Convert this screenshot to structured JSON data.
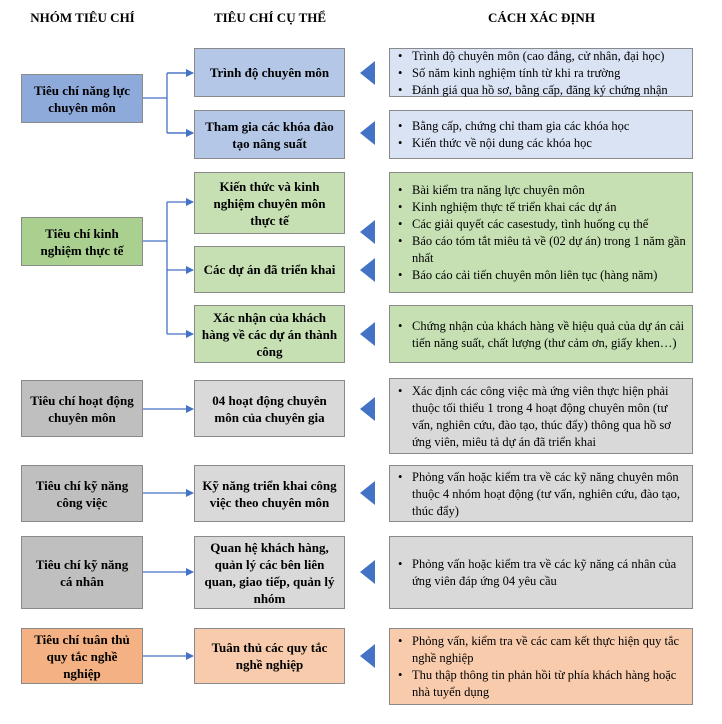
{
  "headers": {
    "group": "NHÓM TIÊU CHÍ",
    "criteria": "TIÊU CHÍ CỤ THỂ",
    "method": "CÁCH XÁC ĐỊNH"
  },
  "groups": [
    {
      "label": "Tiêu chí năng lực chuyên môn",
      "color": "#8eaadb"
    },
    {
      "label": "Tiêu chí kinh nghiệm thực tế",
      "color": "#a9d08e"
    },
    {
      "label": "Tiêu chí hoạt động chuyên môn",
      "color": "#bfbfbf"
    },
    {
      "label": "Tiêu chí kỹ năng công việc",
      "color": "#bfbfbf"
    },
    {
      "label": "Tiêu chí kỹ năng cá nhân",
      "color": "#bfbfbf"
    },
    {
      "label": "Tiêu chí tuân thủ quy tắc nghề nghiệp",
      "color": "#f4b183"
    }
  ],
  "criteria": [
    {
      "label": "Trình độ chuyên môn"
    },
    {
      "label": "Tham gia các khóa đào tạo nâng suất"
    },
    {
      "label": "Kiến thức và kinh nghiệm chuyên môn thực tế"
    },
    {
      "label": "Các dự án đã triển khai"
    },
    {
      "label": "Xác nhận của khách hàng về các dự án thành công"
    },
    {
      "label": "04 hoạt động chuyên môn của chuyên gia"
    },
    {
      "label": "Kỹ năng triển khai công việc theo chuyên môn"
    },
    {
      "label": "Quan hệ khách hàng, quản lý các bên liên quan, giao tiếp, quản lý nhóm"
    },
    {
      "label": "Tuân thủ các quy tắc nghề nghiệp"
    }
  ],
  "methods": [
    {
      "items": [
        "Trình độ chuyên môn (cao đẳng, cử nhân, đại học)",
        "Số năm kinh nghiệm tính từ khi ra trường",
        "Đánh giá qua hồ sơ, bằng cấp, đăng ký chứng nhận"
      ]
    },
    {
      "items": [
        "Bằng cấp, chứng chỉ tham gia các khóa học",
        "Kiến thức về nội dung các khóa học"
      ]
    },
    {
      "items": [
        "Bài kiểm tra năng lực chuyên môn",
        "Kinh nghiệm thực tế triển khai các dự án",
        "Các giải quyết các casestudy, tình huống cụ thể",
        "Báo cáo tóm tắt  miêu tả về (02 dự án) trong 1 năm gần nhất",
        "Báo cáo cải tiến chuyên môn liên tục (hàng năm)"
      ]
    },
    {
      "items": [
        "Chứng nhận của khách hàng về hiệu quả của dự án cải tiến năng suất, chất lượng (thư cảm ơn, giấy khen…)"
      ]
    },
    {
      "items": [
        "Xác định các công việc mà ứng viên thực hiện phải thuộc tối thiểu 1 trong 4 hoạt động chuyên môn (tư vấn, nghiên cứu, đào tạo, thúc đẩy)  thông qua hồ sơ ứng viên, miêu tả dự án đã triển khai"
      ]
    },
    {
      "items": [
        "Phỏng vấn hoặc kiểm tra về các kỹ năng chuyên môn thuộc 4 nhóm hoạt động (tư vấn, nghiên cứu, đào tạo, thúc đẩy)"
      ]
    },
    {
      "items": [
        "Phỏng vấn hoặc kiểm tra về các kỹ năng cá nhân của ứng viên đáp ứng 04 yêu cầu"
      ]
    },
    {
      "items": [
        "Phỏng vấn, kiểm tra về các cam kết thực hiện quy tắc nghề nghiệp",
        "Thu thập thông tin phản hồi từ phía khách hàng hoặc nhà tuyển dụng"
      ]
    }
  ]
}
